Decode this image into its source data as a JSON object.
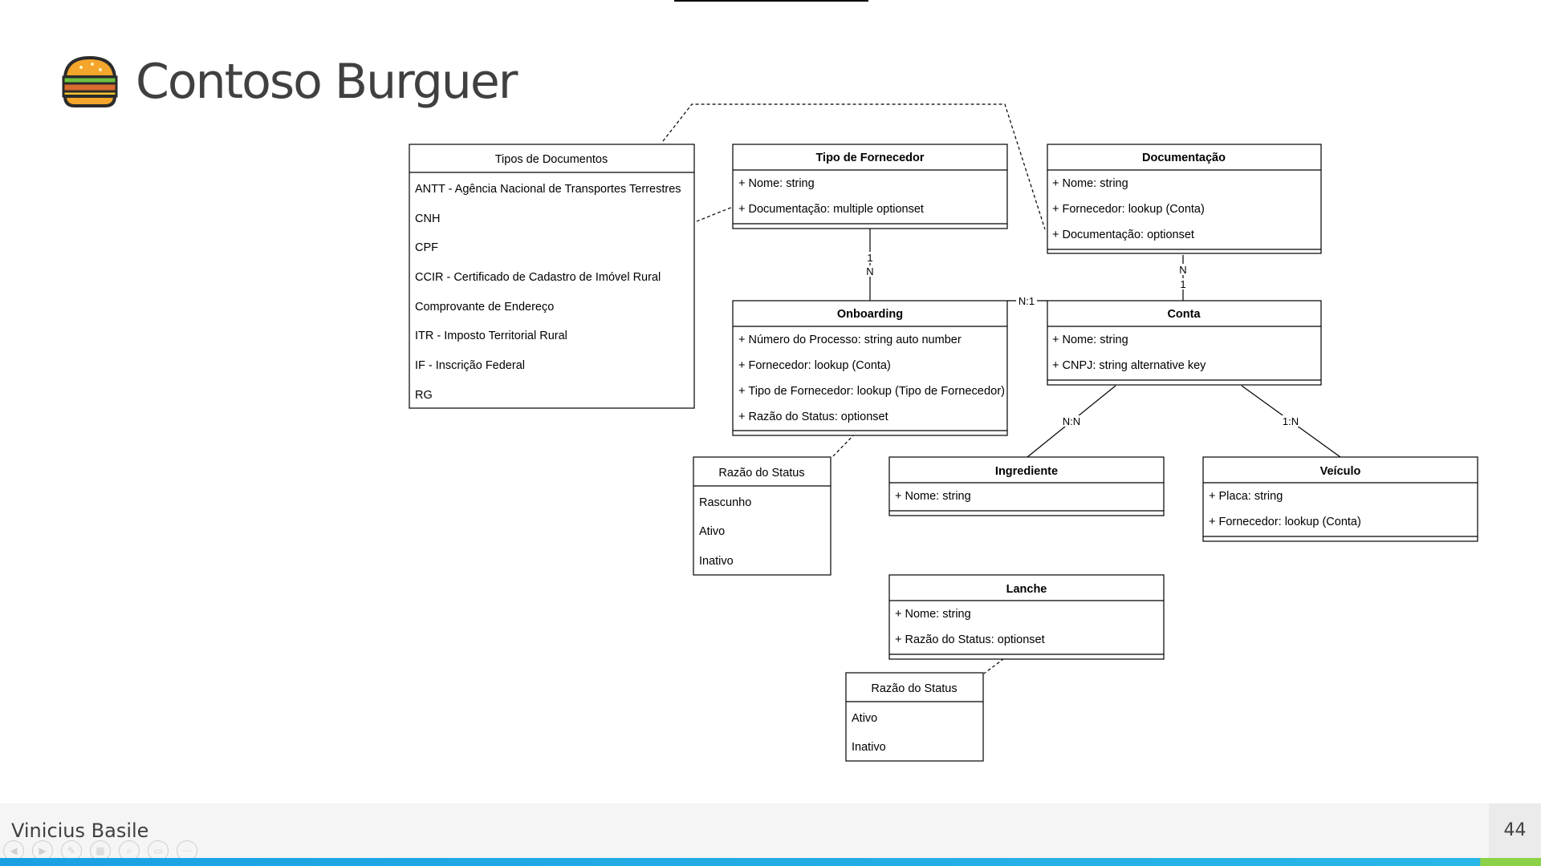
{
  "slide": {
    "title": "Contoso Burguer",
    "author": "Vinicius Basile",
    "page_number": "44"
  },
  "boxes": {
    "tipos_documentos": {
      "title": "Tipos de Documentos",
      "items": [
        "ANTT - Agência Nacional de Transportes Terrestres",
        "CNH",
        "CPF",
        "CCIR - Certificado de Cadastro de Imóvel Rural",
        "Comprovante de Endereço",
        "ITR - Imposto Territorial Rural",
        "IF - Inscrição Federal",
        "RG"
      ]
    },
    "tipo_fornecedor": {
      "title": "Tipo de Fornecedor",
      "attrs": [
        "+ Nome: string",
        "+ Documentação: multiple optionset"
      ]
    },
    "documentacao": {
      "title": "Documentação",
      "attrs": [
        "+ Nome: string",
        "+ Fornecedor: lookup (Conta)",
        "+ Documentação: optionset"
      ]
    },
    "onboarding": {
      "title": "Onboarding",
      "attrs": [
        "+ Número do Processo: string auto number",
        "+ Fornecedor: lookup (Conta)",
        "+ Tipo de Fornecedor: lookup (Tipo de Fornecedor)",
        "+ Razão do Status: optionset"
      ]
    },
    "conta": {
      "title": "Conta",
      "attrs": [
        "+ Nome: string",
        "+ CNPJ: string alternative key"
      ]
    },
    "razao_status_1": {
      "title": "Razão do Status",
      "items": [
        "Rascunho",
        "Ativo",
        "Inativo"
      ]
    },
    "ingrediente": {
      "title": "Ingrediente",
      "attrs": [
        "+ Nome: string"
      ]
    },
    "veiculo": {
      "title": "Veículo",
      "attrs": [
        "+ Placa: string",
        "+ Fornecedor: lookup (Conta)"
      ]
    },
    "lanche": {
      "title": "Lanche",
      "attrs": [
        "+ Nome: string",
        "+ Razão do Status: optionset"
      ]
    },
    "razao_status_2": {
      "title": "Razão do Status",
      "items": [
        "Ativo",
        "Inativo"
      ]
    }
  },
  "relations": {
    "fornecedor_onboarding": {
      "from": "1",
      "to": "N"
    },
    "documentacao_conta": {
      "from": "N",
      "to": "1"
    },
    "onboarding_conta": "N:1",
    "conta_ingrediente": "N:N",
    "conta_veiculo": "1:N"
  },
  "colors": {
    "title_text": "#404040",
    "footer_bg": "#f5f5f5",
    "bottom_bar": "#1ba1e2",
    "bottom_bar_accent": "#8cd147"
  },
  "icons": [
    "burger-icon",
    "prev-icon",
    "next-icon",
    "pen-icon",
    "grid-icon",
    "zoom-icon",
    "subtitles-icon",
    "more-icon"
  ]
}
